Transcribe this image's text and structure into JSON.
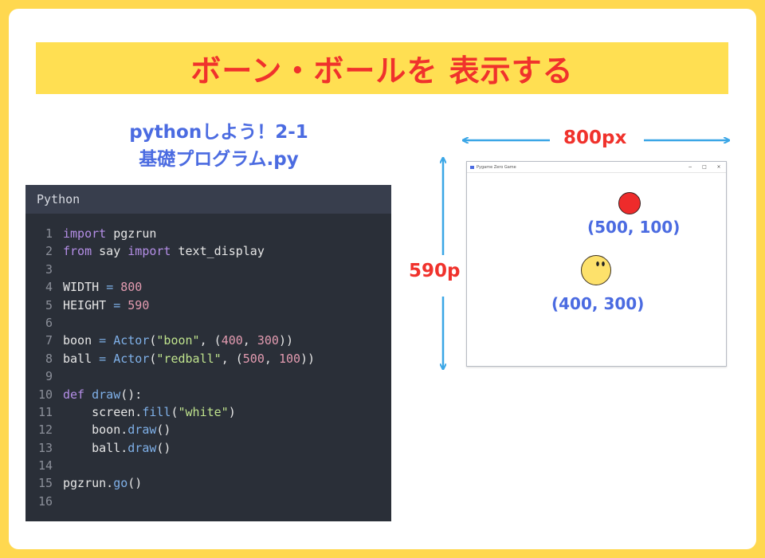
{
  "banner": {
    "title": "ボーン・ボールを 表示する"
  },
  "subtitle": {
    "line1": "pythonしよう！2-1",
    "line2": "基礎プログラム.py"
  },
  "editor": {
    "language_label": "Python",
    "lines": [
      {
        "n": "1",
        "tokens": [
          {
            "t": "import",
            "c": "kw"
          },
          {
            "t": " pgzrun",
            "c": ""
          }
        ]
      },
      {
        "n": "2",
        "tokens": [
          {
            "t": "from",
            "c": "kw"
          },
          {
            "t": " say ",
            "c": ""
          },
          {
            "t": "import",
            "c": "kw"
          },
          {
            "t": " text_display",
            "c": ""
          }
        ]
      },
      {
        "n": "3",
        "tokens": []
      },
      {
        "n": "4",
        "tokens": [
          {
            "t": "WIDTH ",
            "c": ""
          },
          {
            "t": "=",
            "c": "op"
          },
          {
            "t": " ",
            "c": ""
          },
          {
            "t": "800",
            "c": "nm"
          }
        ]
      },
      {
        "n": "5",
        "tokens": [
          {
            "t": "HEIGHT ",
            "c": ""
          },
          {
            "t": "=",
            "c": "op"
          },
          {
            "t": " ",
            "c": ""
          },
          {
            "t": "590",
            "c": "nm"
          }
        ]
      },
      {
        "n": "6",
        "tokens": []
      },
      {
        "n": "7",
        "tokens": [
          {
            "t": "boon ",
            "c": ""
          },
          {
            "t": "=",
            "c": "op"
          },
          {
            "t": " ",
            "c": ""
          },
          {
            "t": "Actor",
            "c": "fn"
          },
          {
            "t": "(",
            "c": ""
          },
          {
            "t": "\"boon\"",
            "c": "st"
          },
          {
            "t": ", (",
            "c": ""
          },
          {
            "t": "400",
            "c": "nm"
          },
          {
            "t": ", ",
            "c": ""
          },
          {
            "t": "300",
            "c": "nm"
          },
          {
            "t": "))",
            "c": ""
          }
        ]
      },
      {
        "n": "8",
        "tokens": [
          {
            "t": "ball ",
            "c": ""
          },
          {
            "t": "=",
            "c": "op"
          },
          {
            "t": " ",
            "c": ""
          },
          {
            "t": "Actor",
            "c": "fn"
          },
          {
            "t": "(",
            "c": ""
          },
          {
            "t": "\"redball\"",
            "c": "st"
          },
          {
            "t": ", (",
            "c": ""
          },
          {
            "t": "500",
            "c": "nm"
          },
          {
            "t": ", ",
            "c": ""
          },
          {
            "t": "100",
            "c": "nm"
          },
          {
            "t": "))",
            "c": ""
          }
        ]
      },
      {
        "n": "9",
        "tokens": []
      },
      {
        "n": "10",
        "tokens": [
          {
            "t": "def",
            "c": "kw"
          },
          {
            "t": " ",
            "c": ""
          },
          {
            "t": "draw",
            "c": "fn"
          },
          {
            "t": "():",
            "c": ""
          }
        ]
      },
      {
        "n": "11",
        "tokens": [
          {
            "t": "    screen.",
            "c": ""
          },
          {
            "t": "fill",
            "c": "fn"
          },
          {
            "t": "(",
            "c": ""
          },
          {
            "t": "\"white\"",
            "c": "st"
          },
          {
            "t": ")",
            "c": ""
          }
        ]
      },
      {
        "n": "12",
        "tokens": [
          {
            "t": "    boon.",
            "c": ""
          },
          {
            "t": "draw",
            "c": "fn"
          },
          {
            "t": "()",
            "c": ""
          }
        ]
      },
      {
        "n": "13",
        "tokens": [
          {
            "t": "    ball.",
            "c": ""
          },
          {
            "t": "draw",
            "c": "fn"
          },
          {
            "t": "()",
            "c": ""
          }
        ]
      },
      {
        "n": "14",
        "tokens": []
      },
      {
        "n": "15",
        "tokens": [
          {
            "t": "pgzrun.",
            "c": ""
          },
          {
            "t": "go",
            "c": "fn"
          },
          {
            "t": "()",
            "c": ""
          }
        ]
      },
      {
        "n": "16",
        "tokens": []
      }
    ]
  },
  "game_window": {
    "title": "Pygame Zero Game",
    "minimize_glyph": "−",
    "maximize_glyph": "□",
    "close_glyph": "×",
    "ball_coord": "(500, 100)",
    "boon_coord": "(400, 300)"
  },
  "dimensions": {
    "width_label": "800px",
    "height_label": "590p"
  },
  "colors": {
    "accent_red": "#f0322c",
    "accent_blue": "#4b6be1",
    "arrow_blue": "#3aa6e6",
    "ball_red": "#ee2b2b",
    "boon_yellow": "#fde16b"
  }
}
